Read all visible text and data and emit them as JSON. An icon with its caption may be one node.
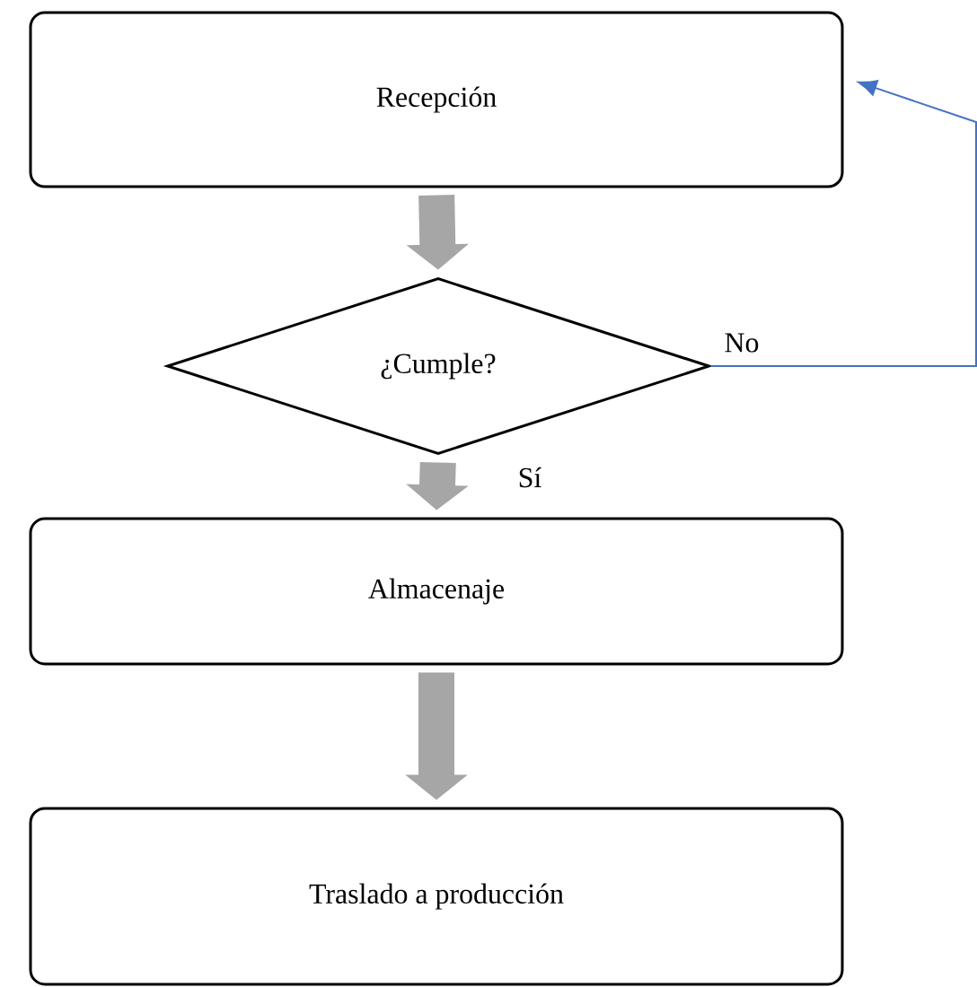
{
  "diagram": {
    "nodes": [
      {
        "text": [
          "Recepción"
        ]
      },
      {
        "text": [
          "¿Cumple?"
        ]
      },
      {
        "text": [
          "Almacenaje"
        ]
      },
      {
        "text": [
          "Traslado a producción"
        ]
      }
    ],
    "edges": [
      {
        "from": 0,
        "to": 1,
        "arrow": "to"
      },
      {
        "from": 1,
        "to": 2,
        "arrow": "to",
        "label": "Sí"
      },
      {
        "from": 2,
        "to": 3,
        "arrow": "to"
      },
      {
        "from": 1,
        "to": 0,
        "arrow": "to",
        "label": "No",
        "color": "#4472c4"
      }
    ]
  }
}
